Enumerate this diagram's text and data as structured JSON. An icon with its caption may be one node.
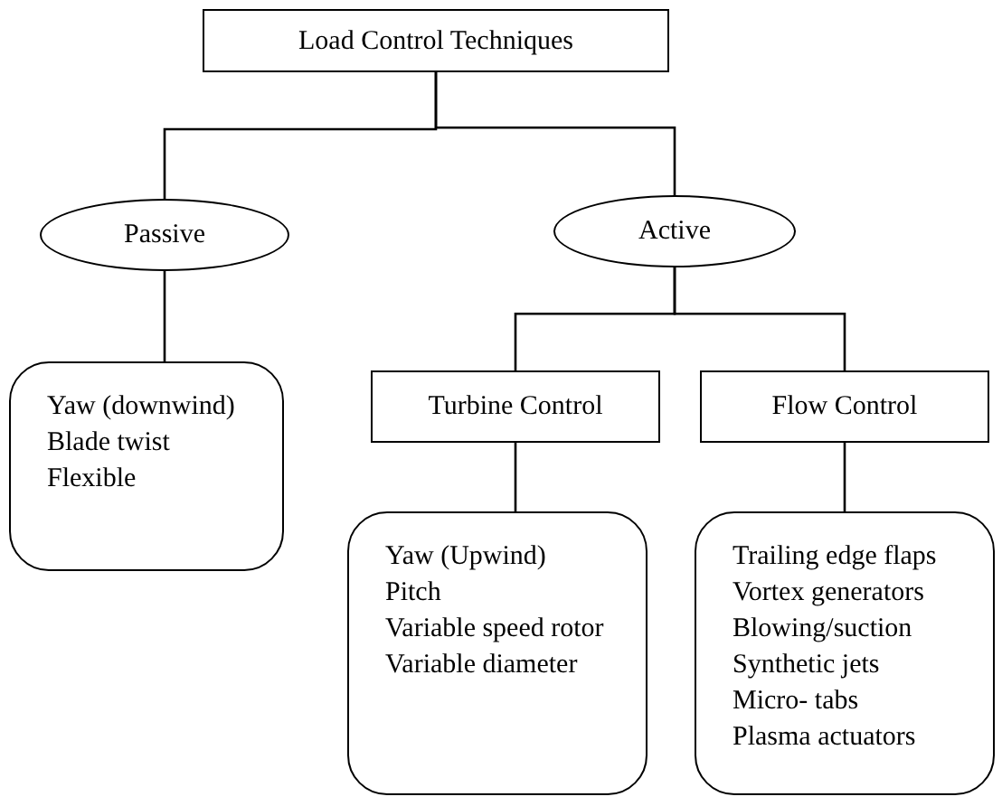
{
  "diagram": {
    "nodes": [
      {
        "text": [
          "Load Control Techniques"
        ]
      },
      {
        "text": [
          "Passive"
        ]
      },
      {
        "text": [
          "Active"
        ]
      },
      {
        "text": [
          "Yaw (downwind)",
          "Blade twist",
          "Flexible"
        ]
      },
      {
        "text": [
          "Turbine Control"
        ]
      },
      {
        "text": [
          "Flow Control"
        ]
      },
      {
        "text": [
          "Yaw (Upwind)",
          "Pitch",
          "Variable speed rotor",
          "Variable diameter"
        ]
      },
      {
        "text": [
          "Trailing edge flaps",
          "Vortex generators",
          "Blowing/suction",
          "Synthetic jets",
          "Micro- tabs",
          "Plasma actuators"
        ]
      }
    ],
    "edges": [
      {
        "from": 0,
        "to": 1,
        "arrow": "none"
      },
      {
        "from": 0,
        "to": 2,
        "arrow": "none"
      },
      {
        "from": 1,
        "to": 3,
        "arrow": "none"
      },
      {
        "from": 2,
        "to": 4,
        "arrow": "none"
      },
      {
        "from": 2,
        "to": 5,
        "arrow": "none"
      },
      {
        "from": 4,
        "to": 6,
        "arrow": "none"
      },
      {
        "from": 5,
        "to": 7,
        "arrow": "none"
      }
    ]
  }
}
